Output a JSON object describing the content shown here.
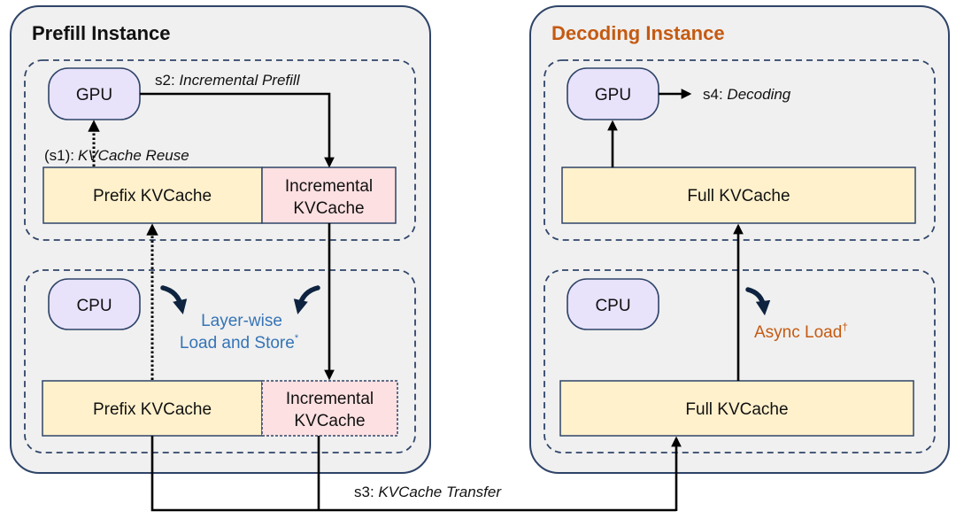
{
  "colors": {
    "prefill_title": "#3574b6",
    "decoding_title": "#c55a11",
    "instance_bg": "#f0f0f0",
    "instance_border": "#2f4468",
    "pill_fill": "#e8e2fb",
    "prefix_fill": "#fff1cc",
    "incremental_fill": "#fde0e1",
    "arrow": "#000000",
    "curved_arrow": "#0d2340",
    "layerwise_text": "#3574b6",
    "async_text": "#c55a11"
  },
  "prefill": {
    "title": "Prefill Instance",
    "gpu_label": "GPU",
    "cpu_label": "CPU",
    "gpu_prefix_label": "Prefix KVCache",
    "gpu_incremental_line1": "Incremental",
    "gpu_incremental_line2": "KVCache",
    "cpu_prefix_label": "Prefix KVCache",
    "cpu_incremental_line1": "Incremental",
    "cpu_incremental_line2": "KVCache",
    "s1_prefix": "(s1):",
    "s1_label": "KVCache Reuse",
    "s2_prefix": "s2:",
    "s2_label": "Incremental Prefill",
    "layerwise_line1": "Layer-wise",
    "layerwise_line2": "Load and Store",
    "layerwise_mark": "*"
  },
  "decoding": {
    "title": "Decoding Instance",
    "gpu_label": "GPU",
    "cpu_label": "CPU",
    "gpu_full_label": "Full KVCache",
    "cpu_full_label": "Full KVCache",
    "s4_prefix": "s4:",
    "s4_label": "Decoding",
    "async_label": "Async Load",
    "async_mark": "†"
  },
  "transfer": {
    "s3_prefix": "s3:",
    "s3_label": "KVCache Transfer"
  }
}
